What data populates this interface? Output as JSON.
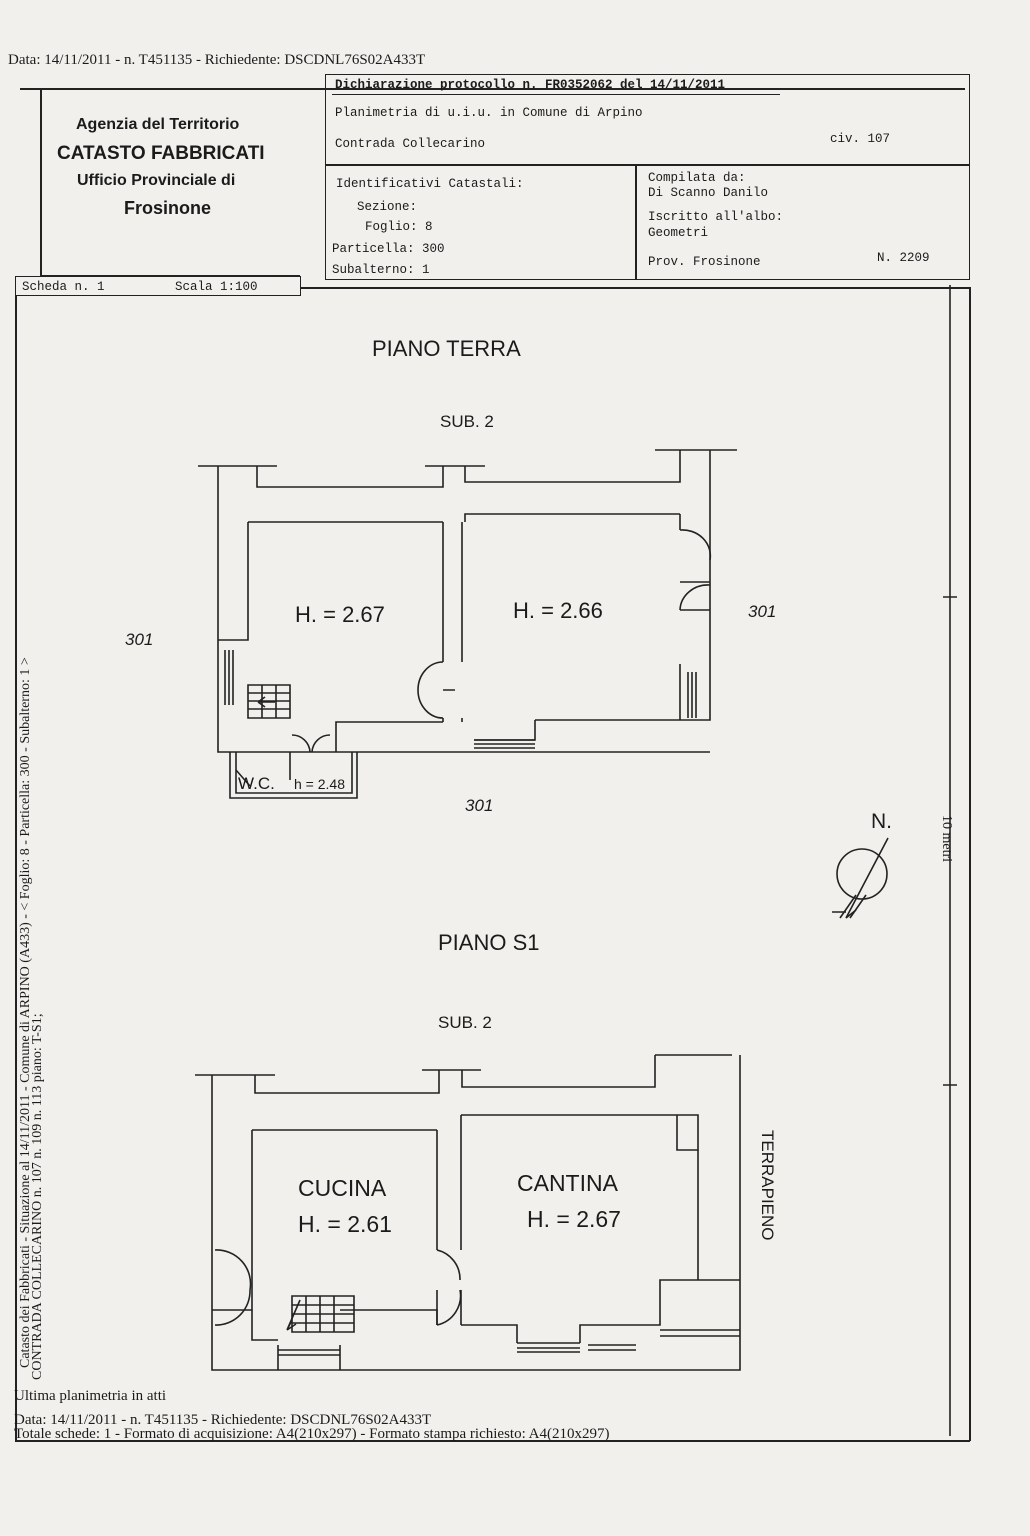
{
  "print_header": "Data: 14/11/2011 - n. T451135 - Richiedente: DSCDNL76S02A433T",
  "agency": {
    "line1": "Agenzia del Territorio",
    "line2": "CATASTO FABBRICATI",
    "line3": "Ufficio Provinciale di",
    "line4": "Frosinone"
  },
  "declaration": {
    "protocol": "Dichiarazione protocollo n. FR0352062 del 14/11/2011",
    "plan": "Planimetria di u.i.u. in Comune di Arpino",
    "address": "Contrada Collecarino",
    "civic": "civ. 107"
  },
  "identifiers": {
    "title": "Identificativi Catastali:",
    "sezione": "Sezione:",
    "foglio": "Foglio: 8",
    "particella": "Particella: 300",
    "subalterno": "Subalterno: 1"
  },
  "compiled": {
    "title": "Compilata da:",
    "name": "Di Scanno Danilo",
    "registered": "Iscritto all'albo:",
    "profession": "Geometri",
    "province": "Prov. Frosinone",
    "number": "N. 2209"
  },
  "sheet": {
    "scheda": "Scheda n. 1",
    "scale": "Scala 1:100"
  },
  "ground_floor": {
    "title": "PIANO TERRA",
    "sub": "SUB. 2",
    "room_left_height": "H. = 2.67",
    "room_right_height": "H. = 2.66",
    "wc_label": "W.C.",
    "wc_height": "h = 2.48",
    "neighbor_left": "301",
    "neighbor_right": "301",
    "neighbor_bottom": "301"
  },
  "basement": {
    "title": "PIANO S1",
    "sub": "SUB. 2",
    "kitchen_name": "CUCINA",
    "kitchen_height": "H. = 2.61",
    "cellar_name": "CANTINA",
    "cellar_height": "H. = 2.67",
    "side_label": "TERRAPIENO"
  },
  "north_label": "N.",
  "scale_bar_label": "10 metri",
  "margin_text_1": "Catasto dei Fabbricati - Situazione al 14/11/2011 - Comune di ARPINO (A433) - < Foglio: 8 - Particella: 300 - Subalterno: 1 >",
  "margin_text_2": "CONTRADA COLLECARINO n. 107 n. 109 n. 113 piano: T-S1;",
  "footer": {
    "last_plan": "Ultima planimetria in atti",
    "data_line": "Data: 14/11/2011 - n. T451135 - Richiedente: DSCDNL76S02A433T",
    "totals": "Totale schede: 1 - Formato di acquisizione: A4(210x297) - Formato stampa richiesto: A4(210x297)"
  }
}
